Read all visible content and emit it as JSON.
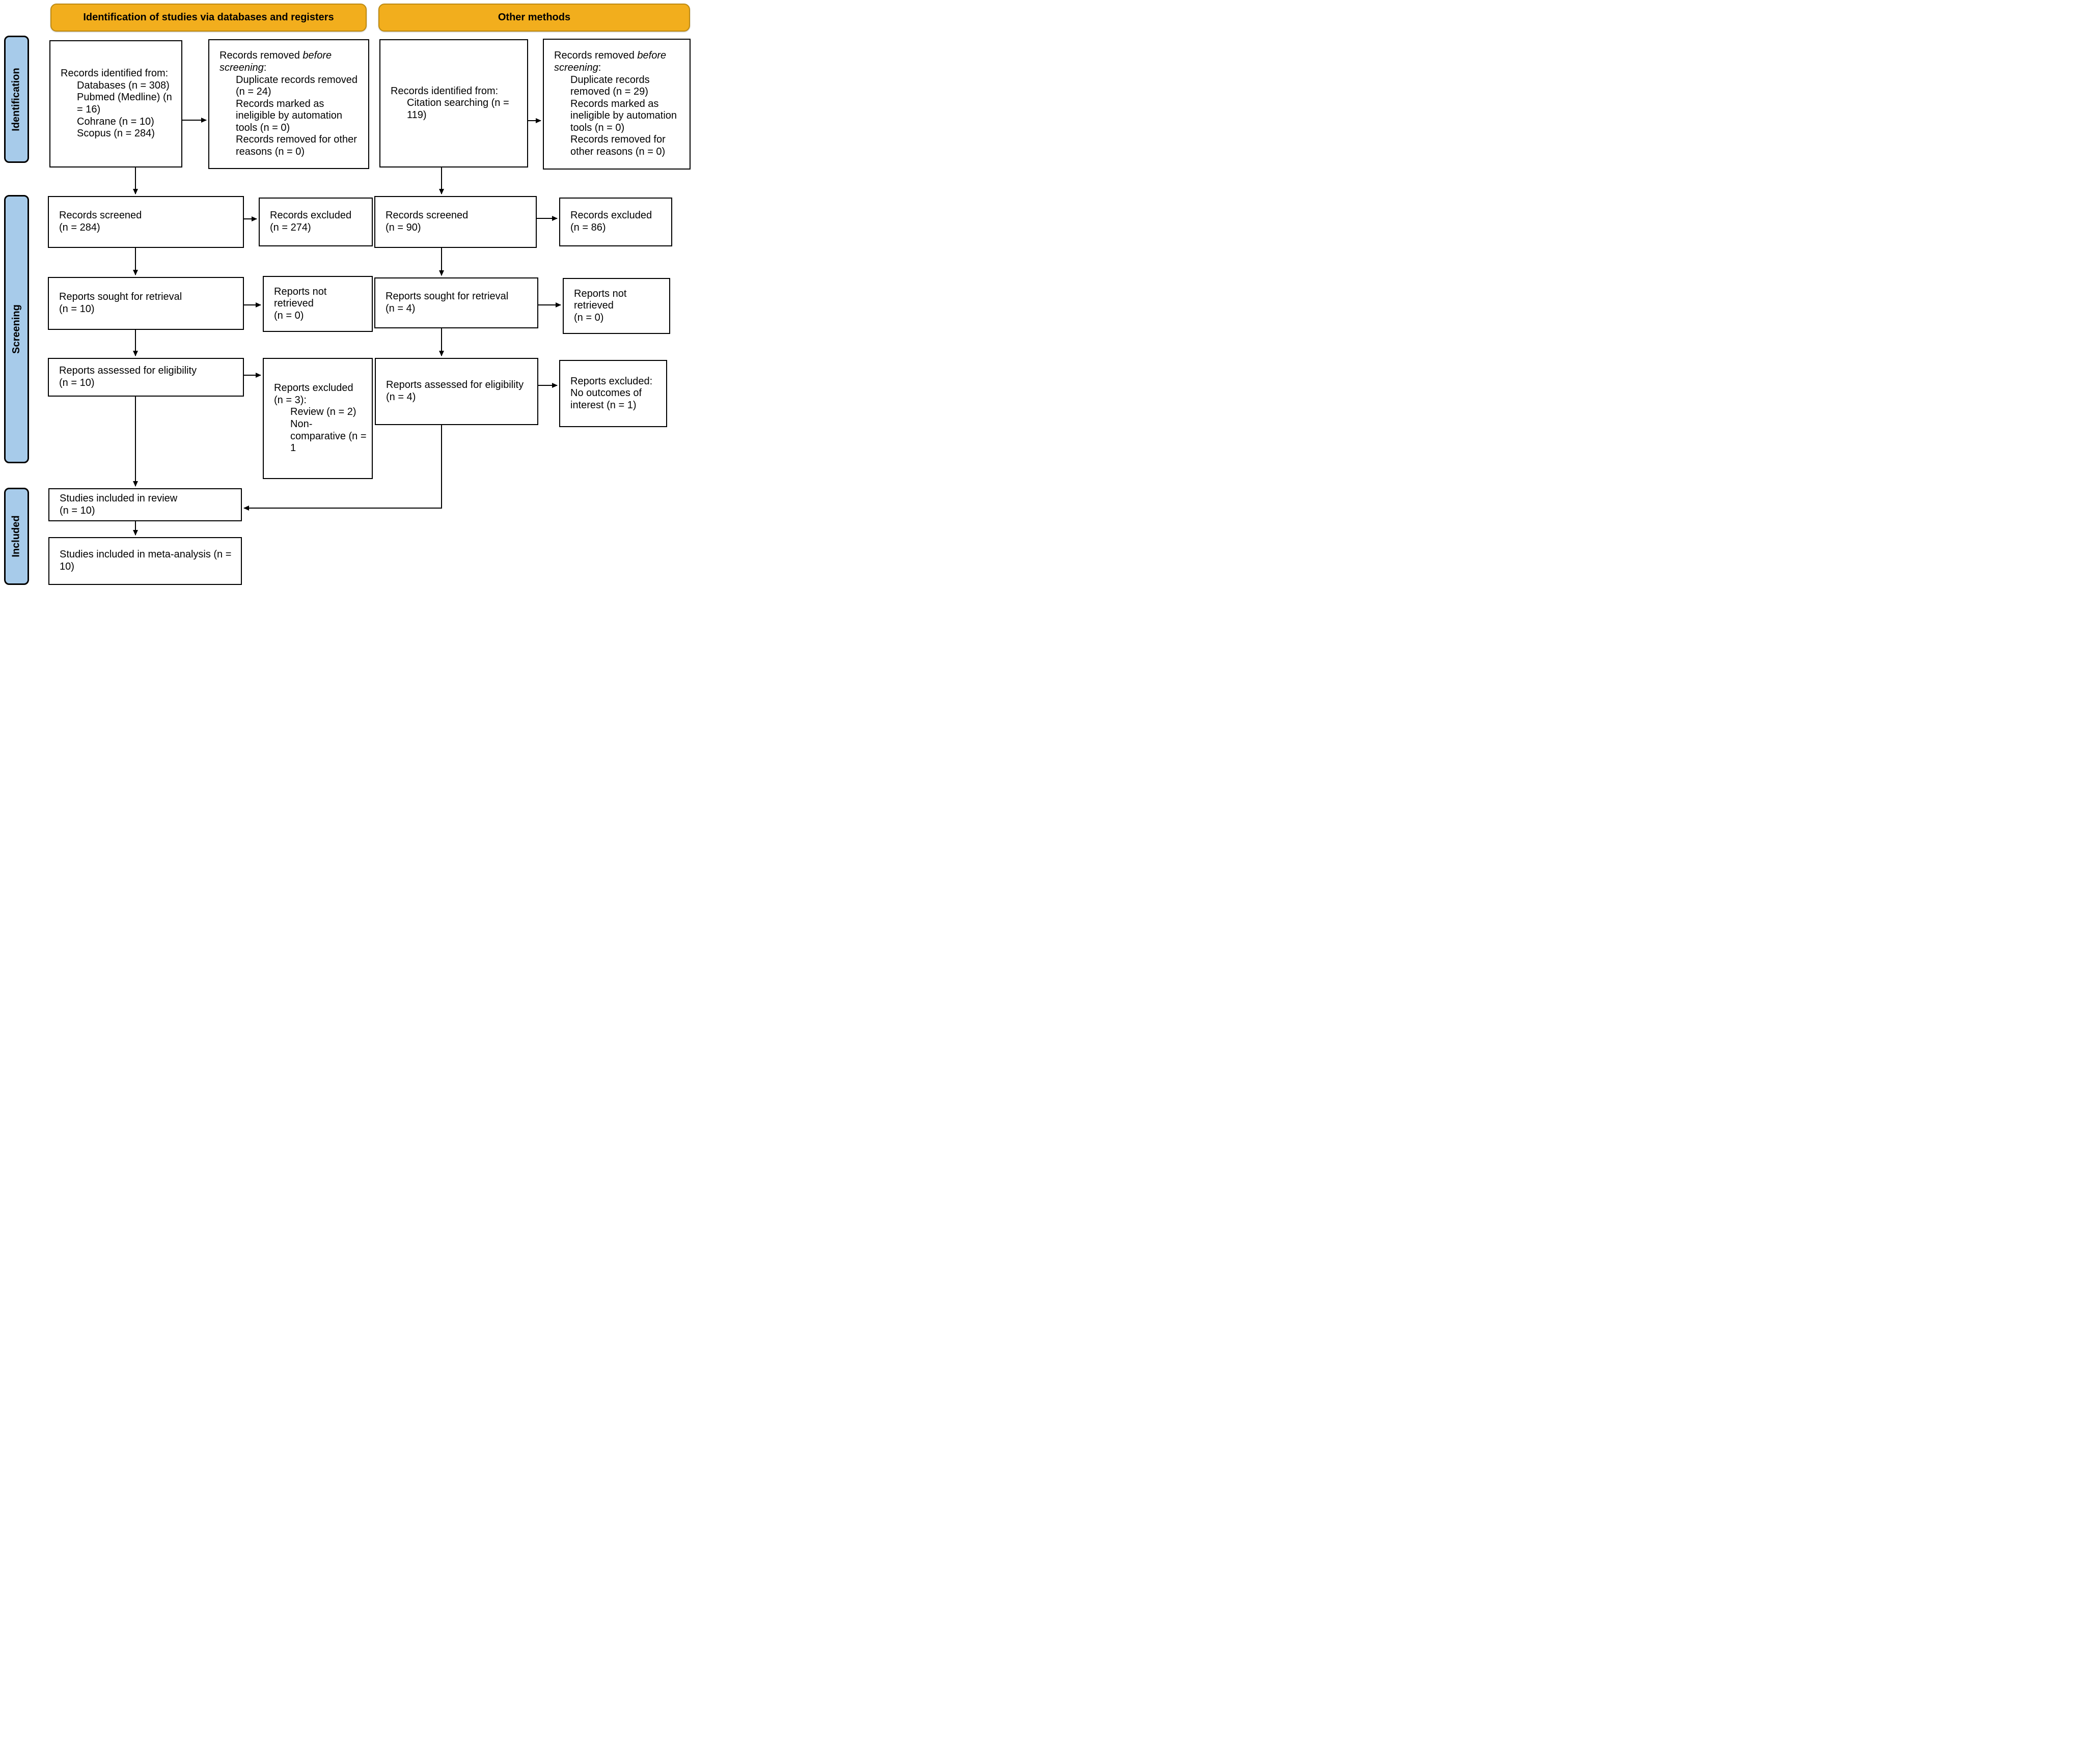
{
  "headers": {
    "databases": "Identification of studies via databases and registers",
    "other_methods": "Other methods"
  },
  "sidebar": {
    "identification": "Identification",
    "screening": "Screening",
    "included": "Included"
  },
  "colors": {
    "header_fill": "#F2AE1D",
    "header_border": "#BE8A10",
    "sidebar_fill": "#A7CBEA",
    "box_border": "#000000"
  },
  "boxes": {
    "id_db": {
      "title": "Records identified from:",
      "items": [
        "Databases (n = 308)",
        "Pubmed (Medline) (n = 16)",
        "Cohrane (n = 10)",
        "Scopus (n = 284)"
      ]
    },
    "removed_db": {
      "title_prefix": "Records removed ",
      "title_italic": "before screening",
      "title_suffix": ":",
      "items": [
        "Duplicate records removed (n = 24)",
        "Records marked as ineligible by automation tools (n = 0)",
        "Records removed for other reasons (n = 0)"
      ]
    },
    "id_other": {
      "title": "Records identified from:",
      "items": [
        "Citation searching (n = 119)"
      ]
    },
    "removed_other": {
      "title_prefix": "Records removed ",
      "title_italic": "before screening",
      "title_suffix": ":",
      "items": [
        "Duplicate records removed (n = 29)",
        "Records marked as ineligible by automation tools (n = 0)",
        "Records removed for other reasons (n = 0)"
      ]
    },
    "screened_db": {
      "line1": "Records screened",
      "line2": "(n = 284)"
    },
    "excluded_db": {
      "line1": "Records excluded",
      "line2": "(n = 274)"
    },
    "screened_other": {
      "line1": "Records screened",
      "line2": "(n = 90)"
    },
    "excluded_other": {
      "line1": "Records excluded",
      "line2": "(n = 86)"
    },
    "sought_db": {
      "line1": "Reports sought for retrieval",
      "line2": "(n = 10)"
    },
    "not_retrieved_db": {
      "line1": "Reports not retrieved",
      "line2": "(n = 0)"
    },
    "sought_other": {
      "line1": "Reports sought for retrieval",
      "line2": "(n = 4)"
    },
    "not_retrieved_other": {
      "line1": "Reports not retrieved",
      "line2": "(n = 0)"
    },
    "assessed_db": {
      "line1": "Reports assessed for eligibility",
      "line2": "(n = 10)"
    },
    "excluded_reports_db": {
      "line1": "Reports excluded",
      "line2": "(n = 3):",
      "items": [
        "Review (n = 2)",
        "Non-comparative (n = 1"
      ]
    },
    "assessed_other": {
      "line1": "Reports assessed for eligibility",
      "line2": "(n = 4)"
    },
    "excluded_reports_other": {
      "line1": "Reports excluded:",
      "line2": "No outcomes of interest (n = 1)"
    },
    "included_review": {
      "line1": "Studies included in review",
      "line2": "(n = 10)"
    },
    "included_meta": {
      "line1": "Studies included in meta-analysis (n = 10)"
    }
  }
}
